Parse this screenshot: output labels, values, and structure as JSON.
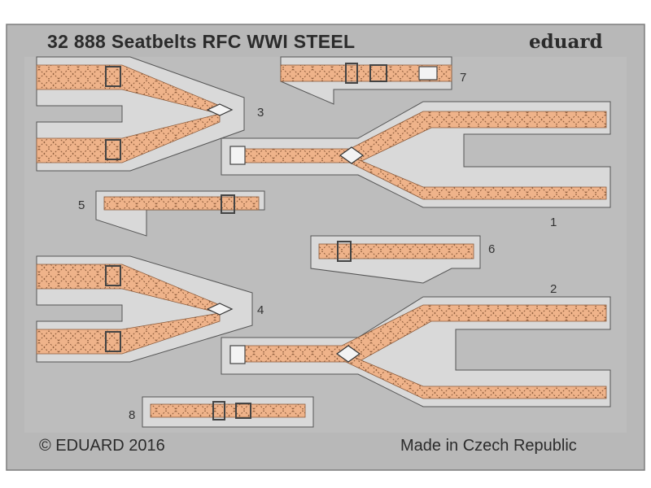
{
  "fret": {
    "title": "32 888  Seatbelts RFC WWI  STEEL",
    "brand": "eduard",
    "copyright": "© EDUARD 2016",
    "origin": "Made in Czech Republic"
  },
  "parts": [
    {
      "number": "1"
    },
    {
      "number": "2"
    },
    {
      "number": "3"
    },
    {
      "number": "4"
    },
    {
      "number": "5"
    },
    {
      "number": "6"
    },
    {
      "number": "7"
    },
    {
      "number": "8"
    }
  ],
  "colors": {
    "fret_metal": "#b8b8b8",
    "part_metal": "#d9d9d9",
    "belt_fill": "#efb38a",
    "stitching": "#8a5a3a",
    "outline": "#555555",
    "text": "#2b2b2b"
  }
}
